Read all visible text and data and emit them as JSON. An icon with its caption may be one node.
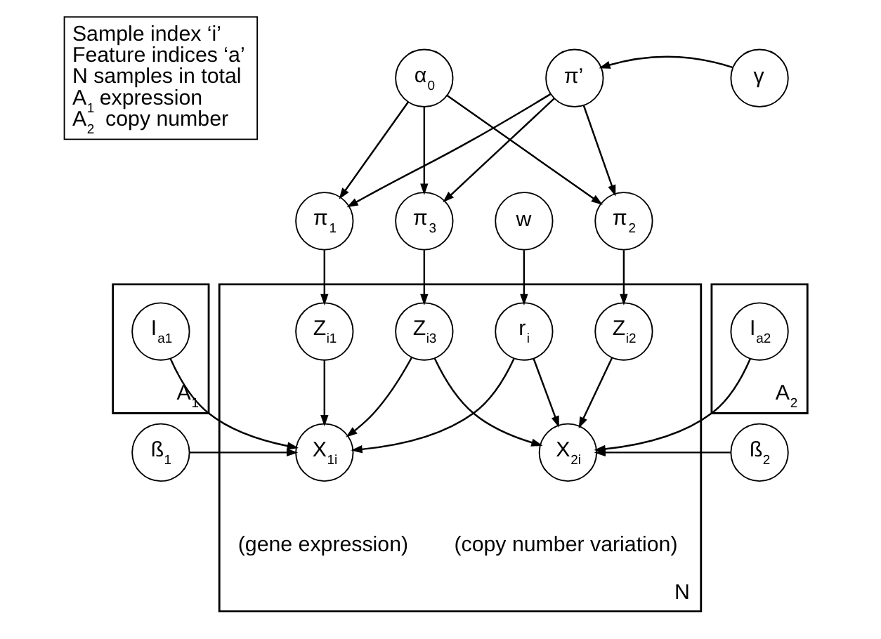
{
  "diagram": {
    "nodes": [
      {
        "text": [
          "Sample index ‘i’",
          "Feature indices ‘a’",
          "N samples in total",
          "A$_{1}$ expression",
          "A$_{2}$  copy number"
        ]
      },
      {
        "text": [
          "α$_{0}$"
        ]
      },
      {
        "text": [
          "π’"
        ]
      },
      {
        "text": [
          "γ"
        ]
      },
      {
        "text": [
          "π$_{1}$"
        ]
      },
      {
        "text": [
          "π$_{2}$"
        ]
      },
      {
        "text": [
          "π$_{3}$"
        ]
      },
      {
        "text": [
          "w"
        ]
      },
      {
        "text": [
          "A$_{1}$"
        ]
      },
      {
        "text": [
          "I$_{a1}$"
        ],
        "in": 8
      },
      {
        "text": [
          "N"
        ]
      },
      {
        "text": [
          "Z$_{i1}$"
        ],
        "in": 10
      },
      {
        "text": [
          "Z$_{i2}$"
        ],
        "in": 10
      },
      {
        "text": [
          "Z$_{i3}$"
        ],
        "in": 10
      },
      {
        "text": [
          "r$_{i}$"
        ],
        "in": 10
      },
      {
        "text": [
          "A$_{2}$"
        ]
      },
      {
        "text": [
          "I$_{a2}$"
        ],
        "in": 15
      },
      {
        "text": [
          "ß$_{1}$"
        ]
      },
      {
        "text": [
          "X$_{1i}$"
        ],
        "in": 10,
        "beside": [
          "(gene expression)"
        ]
      },
      {
        "text": [
          "X$_{2i}$"
        ],
        "in": 10,
        "beside": [
          "(copy number variation)"
        ]
      },
      {
        "text": [
          "ß$_{2}$"
        ]
      }
    ],
    "edges": [
      {
        "from": 1,
        "to": 4,
        "arrow": "to"
      },
      {
        "from": 1,
        "to": 5,
        "arrow": "to"
      },
      {
        "from": 1,
        "to": 6,
        "arrow": "to"
      },
      {
        "from": 2,
        "to": 4,
        "arrow": "to"
      },
      {
        "from": 2,
        "to": 5,
        "arrow": "to"
      },
      {
        "from": 2,
        "to": 6,
        "arrow": "to"
      },
      {
        "from": 3,
        "to": 2,
        "arrow": "to"
      },
      {
        "from": 4,
        "to": 11,
        "arrow": "to"
      },
      {
        "from": 5,
        "to": 12,
        "arrow": "to"
      },
      {
        "from": 6,
        "to": 13,
        "arrow": "to"
      },
      {
        "from": 7,
        "to": 14,
        "arrow": "to"
      },
      {
        "from": 9,
        "to": 18,
        "arrow": "to"
      },
      {
        "from": 11,
        "to": 18,
        "arrow": "to"
      },
      {
        "from": 12,
        "to": 19,
        "arrow": "to"
      },
      {
        "from": 13,
        "to": 18,
        "arrow": "to"
      },
      {
        "from": 13,
        "to": 19,
        "arrow": "to"
      },
      {
        "from": 14,
        "to": 18,
        "arrow": "to"
      },
      {
        "from": 14,
        "to": 19,
        "arrow": "to"
      },
      {
        "from": 16,
        "to": 19,
        "arrow": "to"
      },
      {
        "from": 17,
        "to": 18,
        "arrow": "to"
      },
      {
        "from": 20,
        "to": 19,
        "arrow": "to"
      }
    ]
  }
}
